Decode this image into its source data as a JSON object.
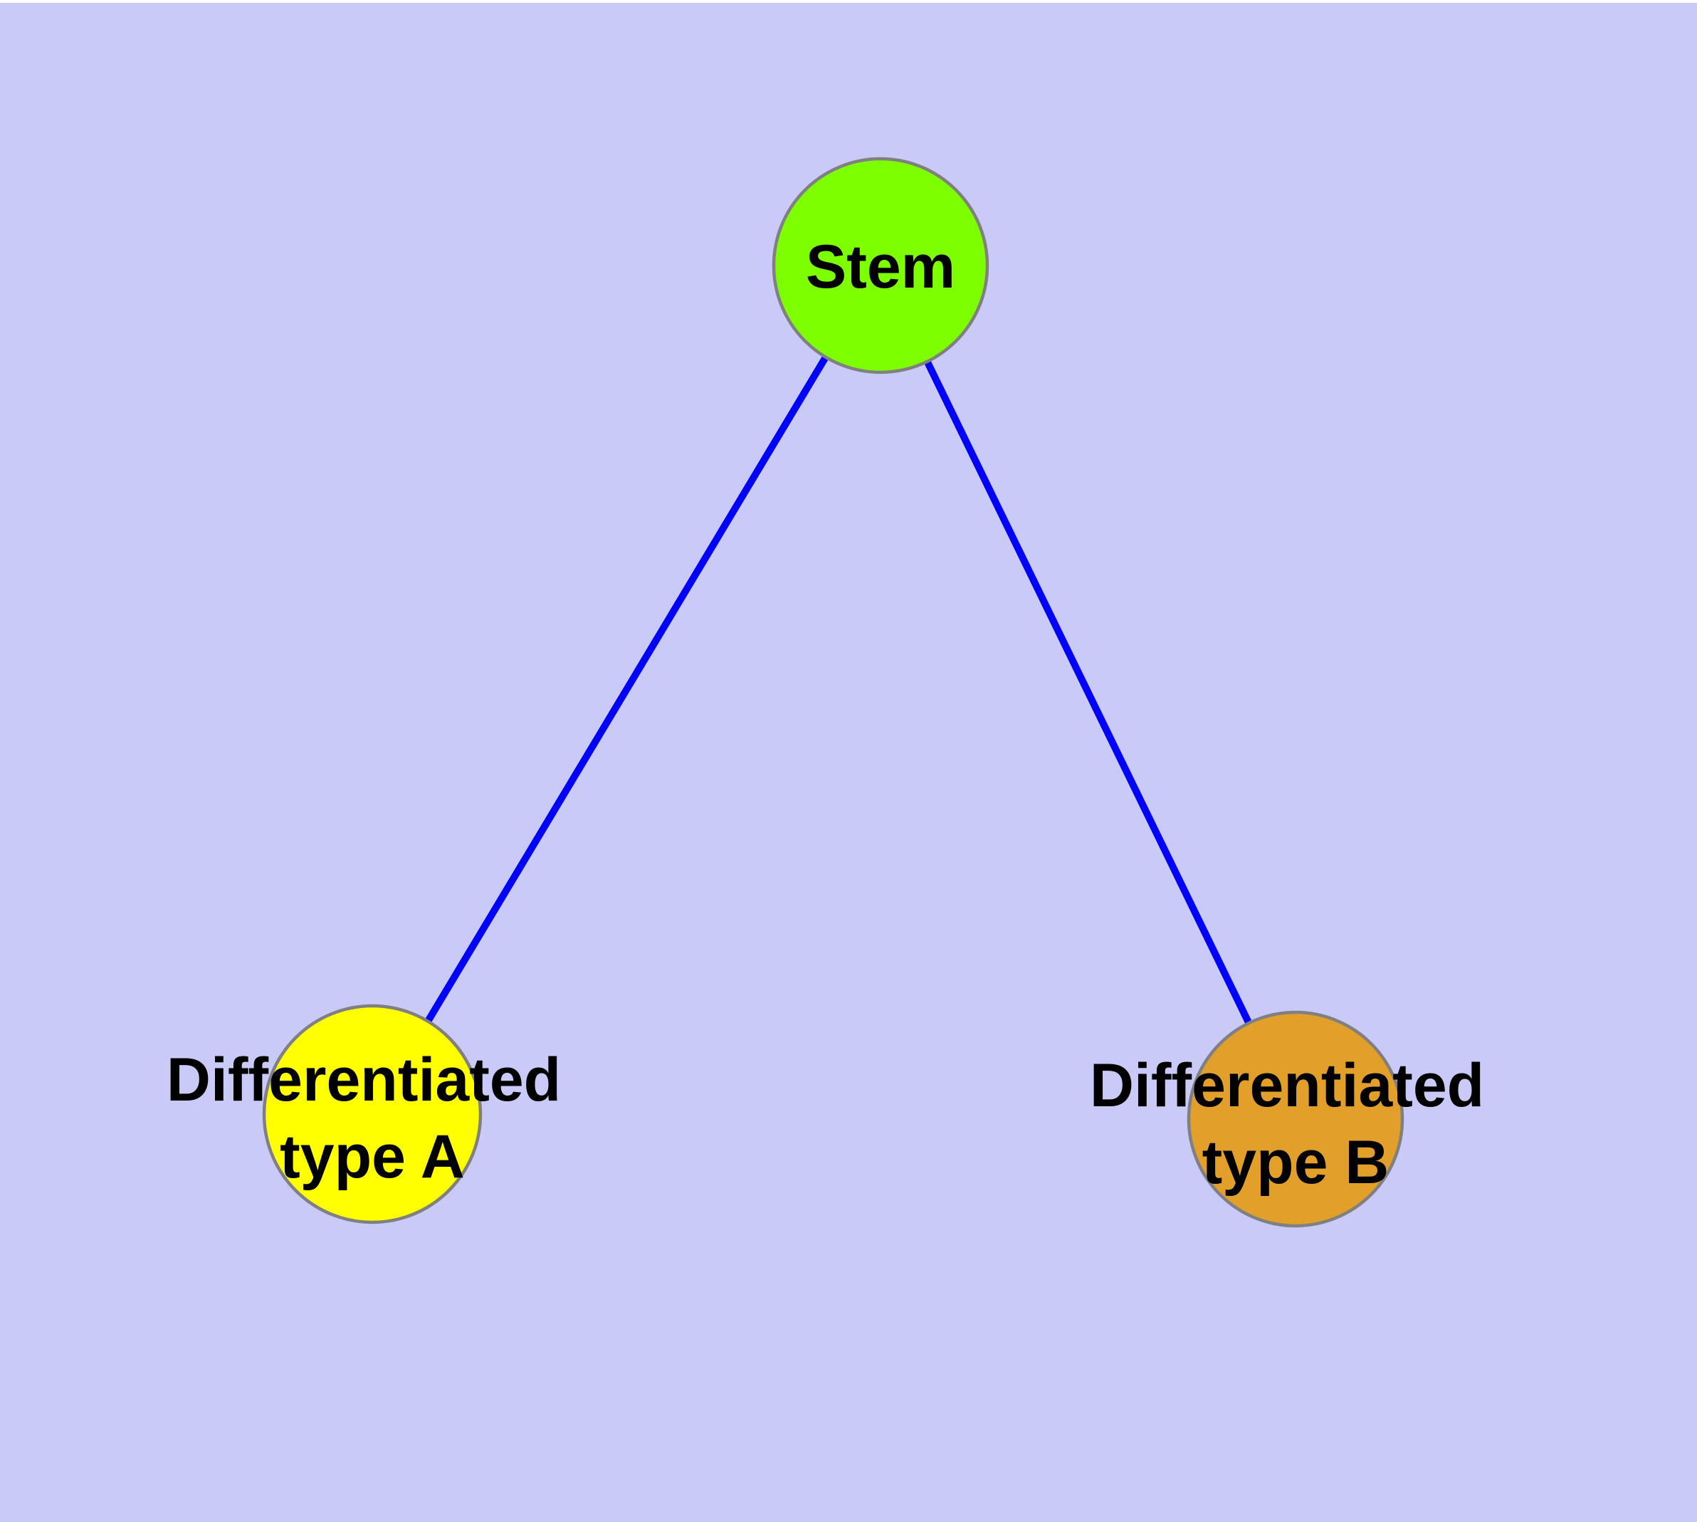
{
  "diagram": {
    "kind": "cell-differentiation-tree",
    "colors": {
      "background": "#CACAF8",
      "top_margin": "#FFFFFF",
      "edge": "#0000FF",
      "node_border": "#808080",
      "label_text": "#000000",
      "stem_fill": "#7DFF00",
      "type_a_fill": "#FFFF00",
      "type_b_fill": "#E2A02A"
    },
    "nodes": [
      {
        "id": "stem",
        "label": "Stem",
        "fill": "#7DFF00"
      },
      {
        "id": "differentiated-type-a",
        "label": "Differentiated type A",
        "label_line1": "Differentiated",
        "label_line2": "type A",
        "fill": "#FFFF00"
      },
      {
        "id": "differentiated-type-b",
        "label": "Differentiated type B",
        "label_line1": "Differentiated",
        "label_line2": "type B",
        "fill": "#E2A02A"
      }
    ],
    "edges": [
      {
        "from": "Stem",
        "to": "Differentiated type A"
      },
      {
        "from": "Stem",
        "to": "Differentiated type B"
      }
    ]
  }
}
